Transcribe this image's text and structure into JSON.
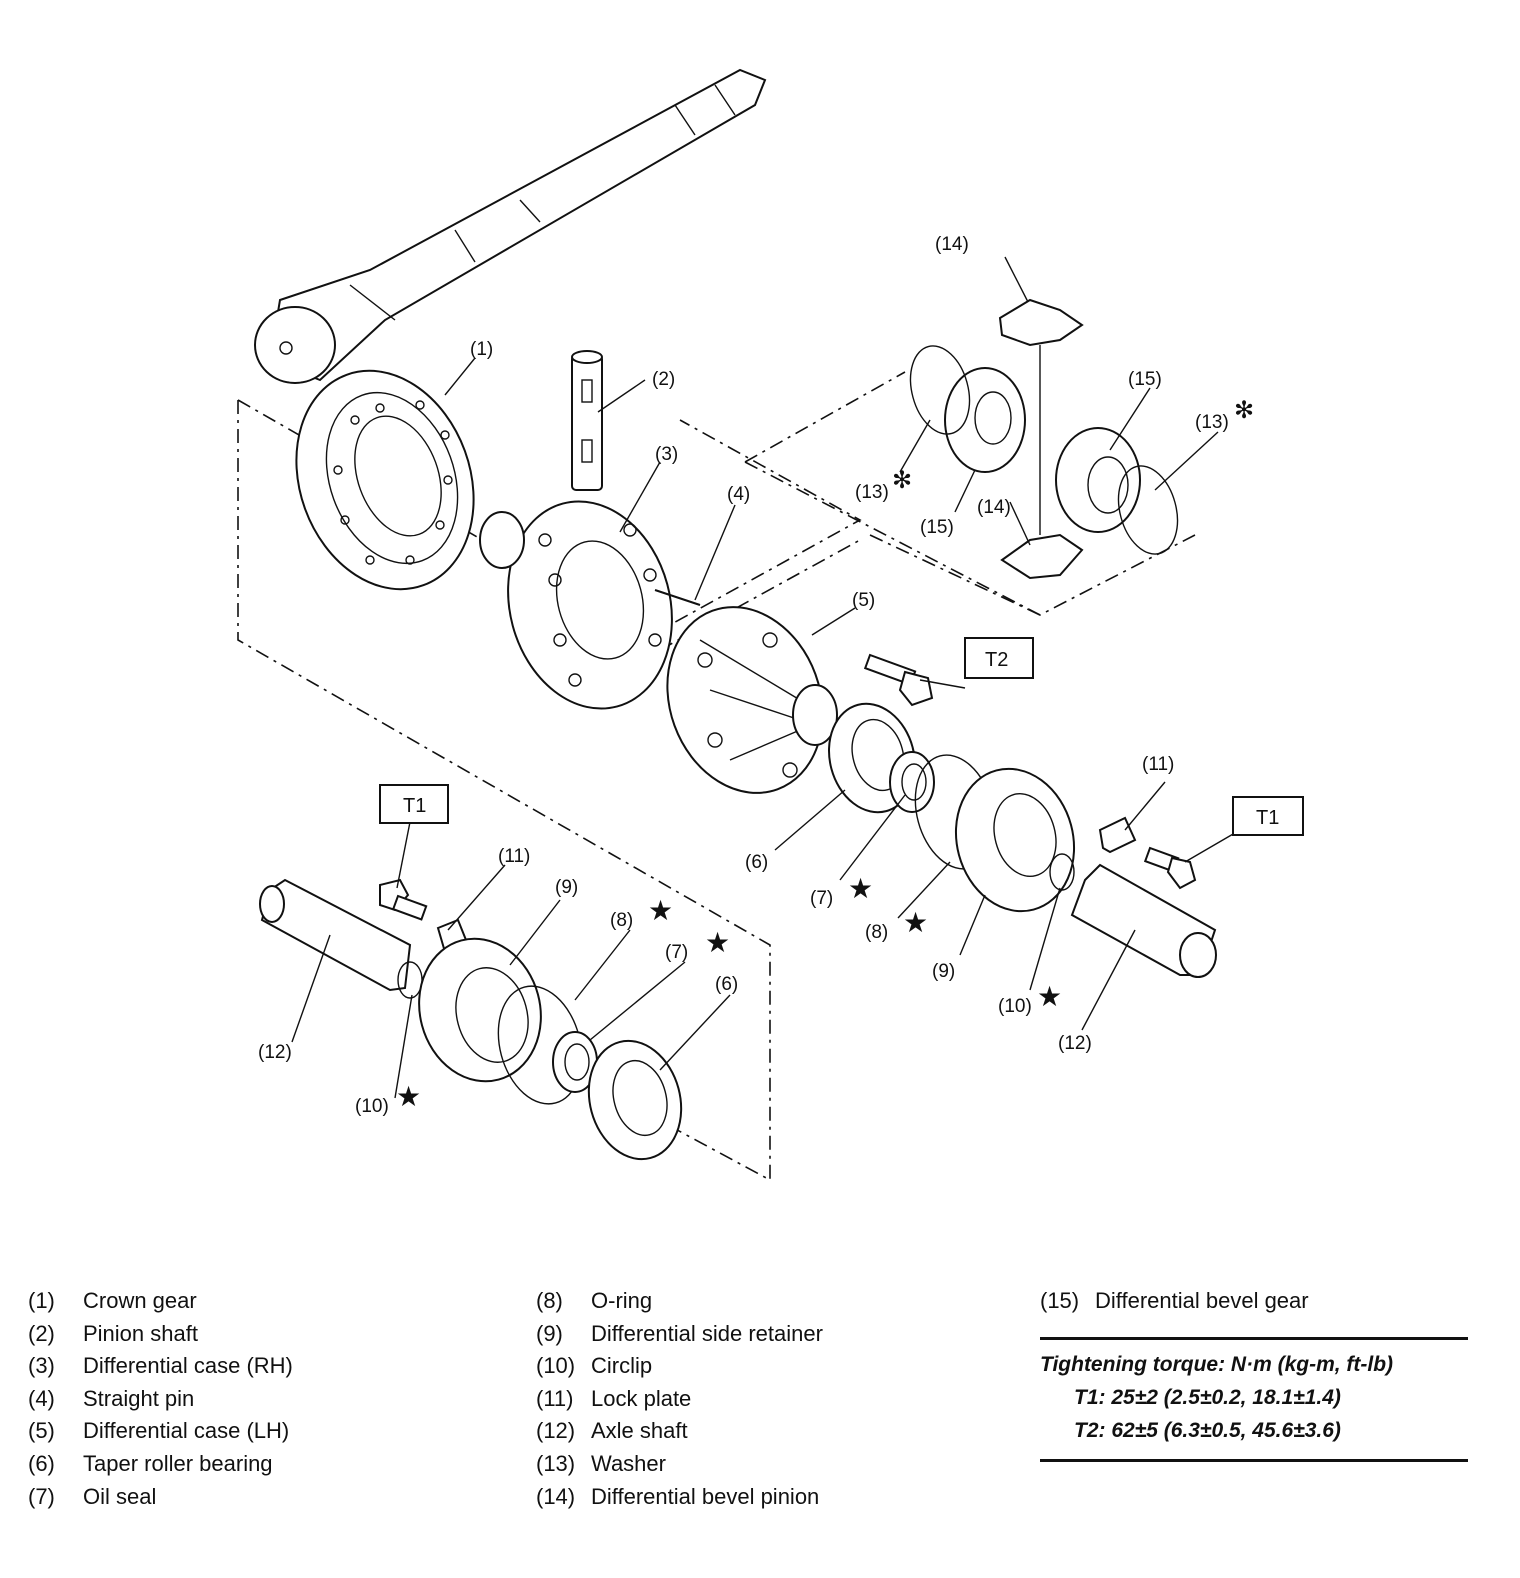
{
  "callouts": {
    "c1": "(1)",
    "c2": "(2)",
    "c3": "(3)",
    "c4": "(4)",
    "c5": "(5)",
    "c6a": "(6)",
    "c6b": "(6)",
    "c7a": "(7)",
    "c7b": "(7)",
    "c8a": "(8)",
    "c8b": "(8)",
    "c9a": "(9)",
    "c9b": "(9)",
    "c10a": "(10)",
    "c10b": "(10)",
    "c11a": "(11)",
    "c11b": "(11)",
    "c12a": "(12)",
    "c12b": "(12)",
    "c13a": "(13)",
    "c13b": "(13)",
    "c14a": "(14)",
    "c14b": "(14)",
    "c15a": "(15)",
    "c15b": "(15)",
    "t1a": "T1",
    "t1b": "T1",
    "t2": "T2"
  },
  "marks": {
    "star": "★",
    "asterisk": "✻"
  },
  "legend": {
    "col1": [
      {
        "num": "(1)",
        "name": "Crown gear"
      },
      {
        "num": "(2)",
        "name": "Pinion shaft"
      },
      {
        "num": "(3)",
        "name": "Differential case (RH)"
      },
      {
        "num": "(4)",
        "name": "Straight pin"
      },
      {
        "num": "(5)",
        "name": "Differential case (LH)"
      },
      {
        "num": "(6)",
        "name": "Taper roller bearing"
      },
      {
        "num": "(7)",
        "name": "Oil seal"
      }
    ],
    "col2": [
      {
        "num": "(8)",
        "name": "O-ring"
      },
      {
        "num": "(9)",
        "name": "Differential side retainer"
      },
      {
        "num": "(10)",
        "name": "Circlip"
      },
      {
        "num": "(11)",
        "name": "Lock plate"
      },
      {
        "num": "(12)",
        "name": "Axle shaft"
      },
      {
        "num": "(13)",
        "name": "Washer"
      },
      {
        "num": "(14)",
        "name": "Differential bevel pinion"
      }
    ],
    "col3": [
      {
        "num": "(15)",
        "name": "Differential bevel gear"
      }
    ]
  },
  "torque": {
    "heading": "Tightening torque: N·m (kg-m, ft-lb)",
    "t1": "T1: 25±2 (2.5±0.2, 18.1±1.4)",
    "t2": "T2: 62±5 (6.3±0.5, 45.6±3.6)"
  }
}
